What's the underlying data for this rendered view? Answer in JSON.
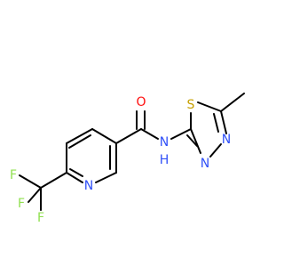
{
  "molecule": {
    "atoms": {
      "O": {
        "text": "O",
        "color": "#ff0d0d"
      },
      "N_pyridine": {
        "text": "N",
        "color": "#3050f8"
      },
      "NH": {
        "text": "N",
        "color": "#3050f8"
      },
      "H": {
        "text": "H",
        "color": "#3050f8"
      },
      "S": {
        "text": "S",
        "color": "#c6a000"
      },
      "N_thiadiazole_1": {
        "text": "N",
        "color": "#3050f8"
      },
      "N_thiadiazole_2": {
        "text": "N",
        "color": "#3050f8"
      },
      "F1": {
        "text": "F",
        "color": "#90e050"
      },
      "F2": {
        "text": "F",
        "color": "#90e050"
      },
      "F3": {
        "text": "F",
        "color": "#90e050"
      }
    }
  }
}
